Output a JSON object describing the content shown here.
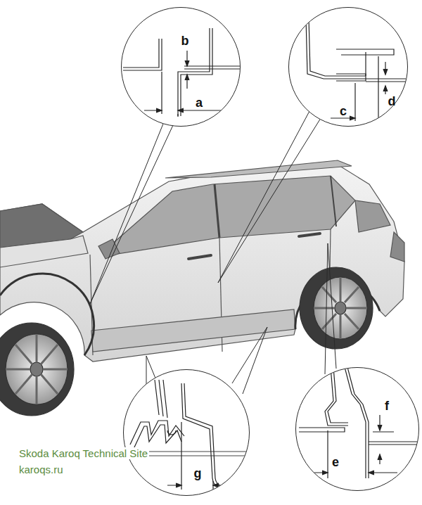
{
  "diagram": {
    "nodes": [
      {
        "text": [
          "b",
          "a"
        ]
      },
      {
        "text": [
          "d",
          "c"
        ]
      },
      {
        "text": [
          "g"
        ]
      },
      {
        "text": [
          "f",
          "e"
        ]
      }
    ],
    "labels": [
      "Skoda Karoq Technical Site",
      "karoqs.ru"
    ]
  }
}
